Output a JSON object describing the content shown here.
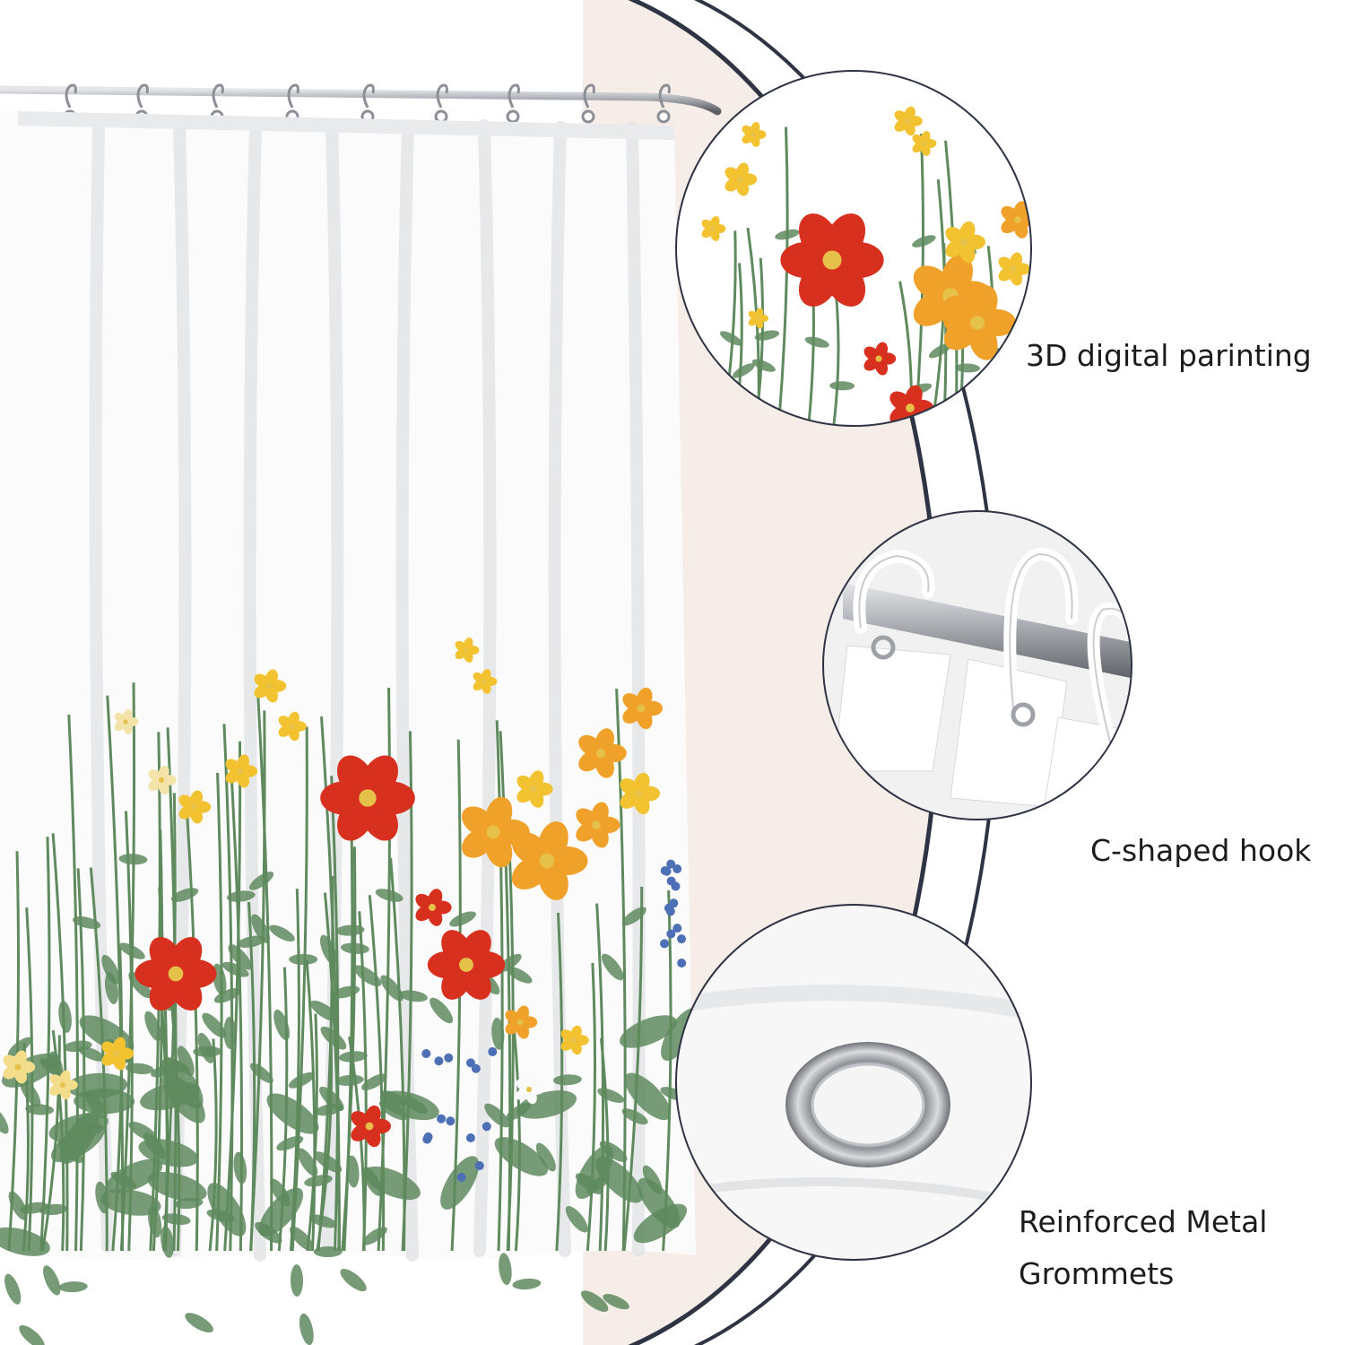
{
  "features": [
    {
      "label": "3D digital parinting",
      "icon": "floral-print-closeup"
    },
    {
      "label": "C-shaped  hook",
      "icon": "c-hook-rail-closeup"
    },
    {
      "label": "Reinforced Metal Grommets",
      "icon": "metal-grommet-closeup"
    }
  ],
  "colors": {
    "background": "#ffffff",
    "arc_dark": "#2e3444",
    "arc_fill": "#f6ece8",
    "poppy_red": "#d8301f",
    "flower_yellow": "#f2c230",
    "flower_orange": "#f0a12a",
    "flower_blue": "#4c6fb5",
    "leaf_green": "#5e8a5e",
    "metal": "#a9adb2",
    "label_text": "#1c1c1c"
  }
}
